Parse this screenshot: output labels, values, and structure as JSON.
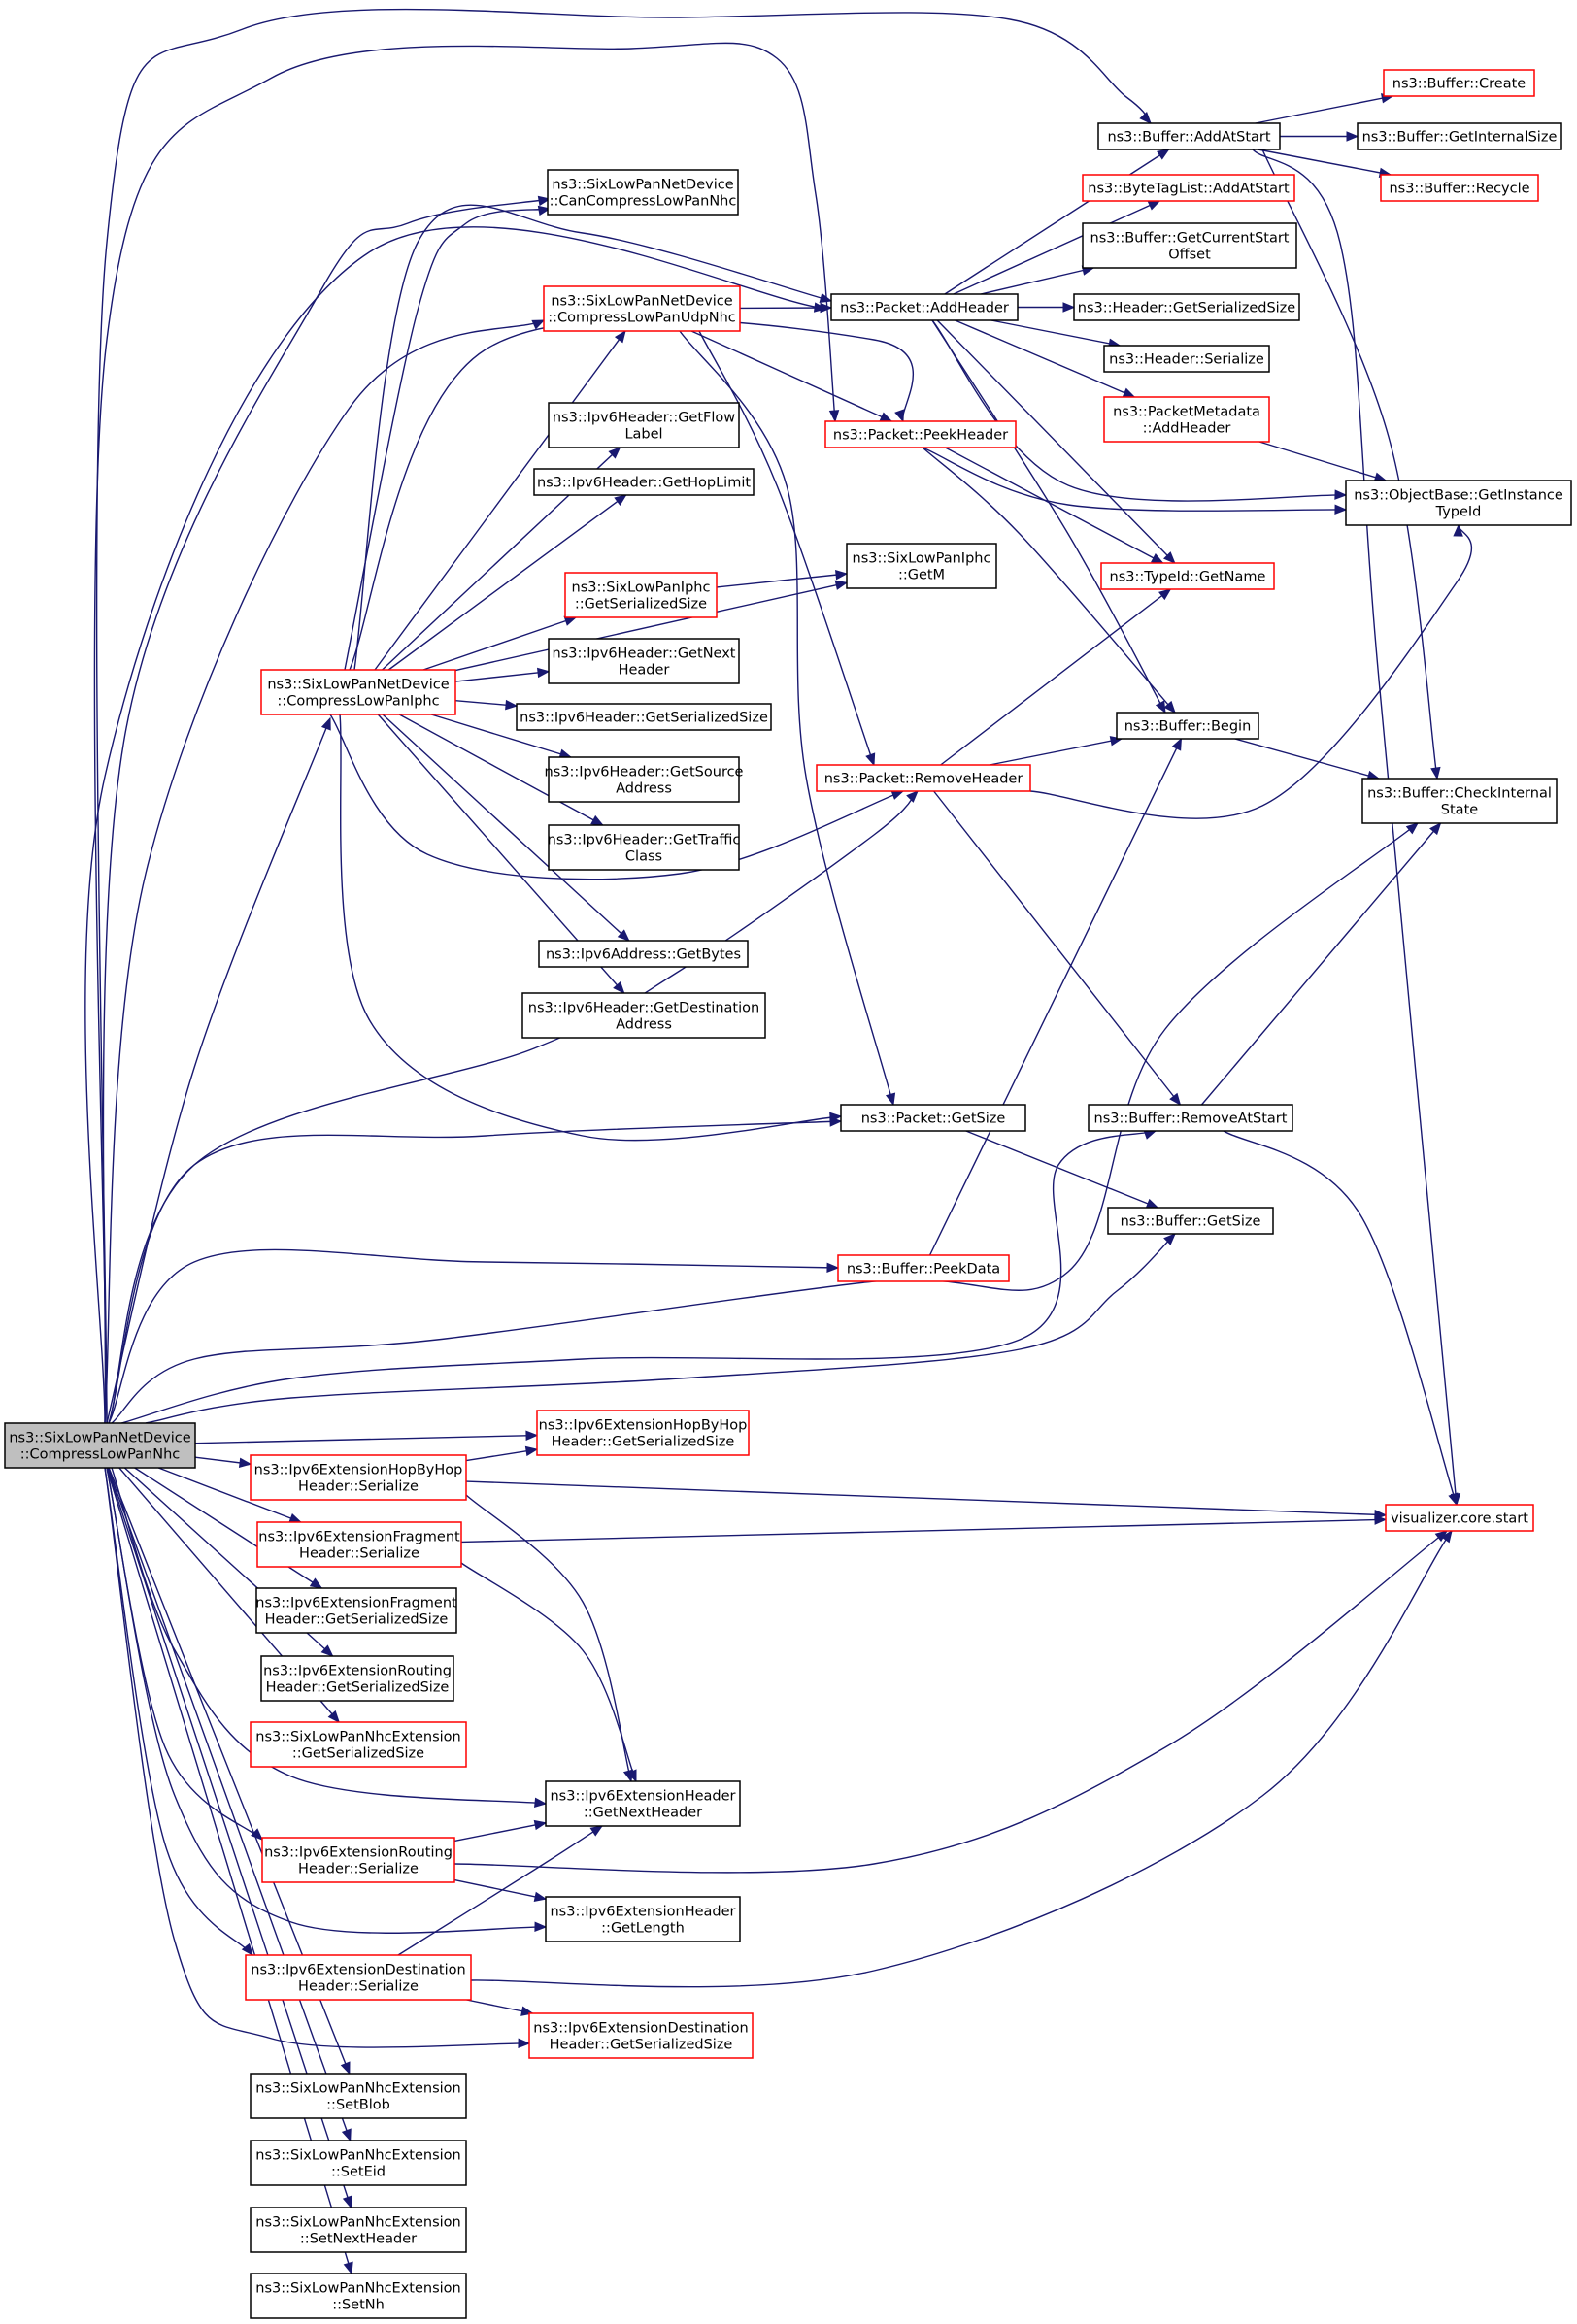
{
  "nodes": {
    "n0": {
      "lines": [
        "ns3::SixLowPanNetDevice",
        "::CompressLowPanNhc"
      ],
      "color": "root"
    },
    "n1": {
      "lines": [
        "ns3::Buffer::AddAtStart"
      ],
      "color": "black"
    },
    "n2": {
      "lines": [
        "ns3::Buffer::Create"
      ],
      "color": "red"
    },
    "n3": {
      "lines": [
        "ns3::Buffer::GetInternalSize"
      ],
      "color": "black"
    },
    "n4": {
      "lines": [
        "ns3::Buffer::Recycle"
      ],
      "color": "red"
    },
    "n5": {
      "lines": [
        "ns3::ByteTagList::AddAtStart"
      ],
      "color": "red"
    },
    "n6": {
      "lines": [
        "ns3::SixLowPanNetDevice",
        "::CanCompressLowPanNhc"
      ],
      "color": "black"
    },
    "n7": {
      "lines": [
        "ns3::Buffer::GetCurrentStart",
        "Offset"
      ],
      "color": "black"
    },
    "n8": {
      "lines": [
        "ns3::SixLowPanNetDevice",
        "::CompressLowPanUdpNhc"
      ],
      "color": "red"
    },
    "n9": {
      "lines": [
        "ns3::Packet::AddHeader"
      ],
      "color": "black"
    },
    "n10": {
      "lines": [
        "ns3::Header::GetSerializedSize"
      ],
      "color": "black"
    },
    "n11": {
      "lines": [
        "ns3::Header::Serialize"
      ],
      "color": "black"
    },
    "n12": {
      "lines": [
        "ns3::PacketMetadata",
        "::AddHeader"
      ],
      "color": "red"
    },
    "n13": {
      "lines": [
        "ns3::Ipv6Header::GetFlow",
        "Label"
      ],
      "color": "black"
    },
    "n14": {
      "lines": [
        "ns3::Packet::PeekHeader"
      ],
      "color": "red"
    },
    "n15": {
      "lines": [
        "ns3::ObjectBase::GetInstance",
        "TypeId"
      ],
      "color": "black"
    },
    "n16": {
      "lines": [
        "ns3::Ipv6Header::GetHopLimit"
      ],
      "color": "black"
    },
    "n17": {
      "lines": [
        "ns3::SixLowPanIphc",
        "::GetM"
      ],
      "color": "black"
    },
    "n18": {
      "lines": [
        "ns3::SixLowPanIphc",
        "::GetSerializedSize"
      ],
      "color": "red"
    },
    "n19": {
      "lines": [
        "ns3::TypeId::GetName"
      ],
      "color": "red"
    },
    "n20": {
      "lines": [
        "ns3::Ipv6Header::GetNext",
        "Header"
      ],
      "color": "black"
    },
    "n21": {
      "lines": [
        "ns3::SixLowPanNetDevice",
        "::CompressLowPanIphc"
      ],
      "color": "red"
    },
    "n22": {
      "lines": [
        "ns3::Ipv6Header::GetSerializedSize"
      ],
      "color": "black"
    },
    "n23": {
      "lines": [
        "ns3::Buffer::Begin"
      ],
      "color": "black"
    },
    "n24": {
      "lines": [
        "ns3::Packet::RemoveHeader"
      ],
      "color": "red"
    },
    "n25": {
      "lines": [
        "ns3::Buffer::CheckInternal",
        "State"
      ],
      "color": "black"
    },
    "n26": {
      "lines": [
        "ns3::Ipv6Header::GetSource",
        "Address"
      ],
      "color": "black"
    },
    "n27": {
      "lines": [
        "ns3::Ipv6Header::GetTraffic",
        "Class"
      ],
      "color": "black"
    },
    "n28": {
      "lines": [
        "ns3::Ipv6Address::GetBytes"
      ],
      "color": "black"
    },
    "n29": {
      "lines": [
        "ns3::Ipv6Header::GetDestination",
        "Address"
      ],
      "color": "black"
    },
    "n30": {
      "lines": [
        "ns3::Packet::GetSize"
      ],
      "color": "black"
    },
    "n31": {
      "lines": [
        "ns3::Buffer::RemoveAtStart"
      ],
      "color": "black"
    },
    "n32": {
      "lines": [
        "ns3::Buffer::GetSize"
      ],
      "color": "black"
    },
    "n33": {
      "lines": [
        "ns3::Buffer::PeekData"
      ],
      "color": "red"
    },
    "n34": {
      "lines": [
        "ns3::Ipv6ExtensionHopByHop",
        "Header::GetSerializedSize"
      ],
      "color": "red"
    },
    "n35": {
      "lines": [
        "ns3::Ipv6ExtensionHopByHop",
        "Header::Serialize"
      ],
      "color": "red"
    },
    "n36": {
      "lines": [
        "visualizer.core.start"
      ],
      "color": "red"
    },
    "n37": {
      "lines": [
        "ns3::Ipv6ExtensionFragment",
        "Header::Serialize"
      ],
      "color": "red"
    },
    "n38": {
      "lines": [
        "ns3::Ipv6ExtensionFragment",
        "Header::GetSerializedSize"
      ],
      "color": "black"
    },
    "n39": {
      "lines": [
        "ns3::Ipv6ExtensionRouting",
        "Header::GetSerializedSize"
      ],
      "color": "black"
    },
    "n40": {
      "lines": [
        "ns3::SixLowPanNhcExtension",
        "::GetSerializedSize"
      ],
      "color": "red"
    },
    "n41": {
      "lines": [
        "ns3::Ipv6ExtensionHeader",
        "::GetNextHeader"
      ],
      "color": "black"
    },
    "n42": {
      "lines": [
        "ns3::Ipv6ExtensionRouting",
        "Header::Serialize"
      ],
      "color": "red"
    },
    "n43": {
      "lines": [
        "ns3::Ipv6ExtensionHeader",
        "::GetLength"
      ],
      "color": "black"
    },
    "n44": {
      "lines": [
        "ns3::Ipv6ExtensionDestination",
        "Header::Serialize"
      ],
      "color": "red"
    },
    "n45": {
      "lines": [
        "ns3::Ipv6ExtensionDestination",
        "Header::GetSerializedSize"
      ],
      "color": "red"
    },
    "n46": {
      "lines": [
        "ns3::SixLowPanNhcExtension",
        "::SetBlob"
      ],
      "color": "black"
    },
    "n47": {
      "lines": [
        "ns3::SixLowPanNhcExtension",
        "::SetEid"
      ],
      "color": "black"
    },
    "n48": {
      "lines": [
        "ns3::SixLowPanNhcExtension",
        "::SetNextHeader"
      ],
      "color": "black"
    },
    "n49": {
      "lines": [
        "ns3::SixLowPanNhcExtension",
        "::SetNh"
      ],
      "color": "black"
    }
  },
  "edges": [
    [
      "n0",
      "n1"
    ],
    [
      "n0",
      "n6"
    ],
    [
      "n0",
      "n8"
    ],
    [
      "n0",
      "n9"
    ],
    [
      "n0",
      "n14"
    ],
    [
      "n0",
      "n21"
    ],
    [
      "n0",
      "n24"
    ],
    [
      "n0",
      "n25"
    ],
    [
      "n0",
      "n30"
    ],
    [
      "n0",
      "n31"
    ],
    [
      "n0",
      "n32"
    ],
    [
      "n0",
      "n33"
    ],
    [
      "n0",
      "n34"
    ],
    [
      "n0",
      "n35"
    ],
    [
      "n0",
      "n37"
    ],
    [
      "n0",
      "n38"
    ],
    [
      "n0",
      "n39"
    ],
    [
      "n0",
      "n40"
    ],
    [
      "n0",
      "n41"
    ],
    [
      "n0",
      "n42"
    ],
    [
      "n0",
      "n43"
    ],
    [
      "n0",
      "n44"
    ],
    [
      "n0",
      "n45"
    ],
    [
      "n0",
      "n46"
    ],
    [
      "n0",
      "n47"
    ],
    [
      "n0",
      "n48"
    ],
    [
      "n0",
      "n49"
    ],
    [
      "n1",
      "n2"
    ],
    [
      "n1",
      "n3"
    ],
    [
      "n1",
      "n4"
    ],
    [
      "n1",
      "n25"
    ],
    [
      "n1",
      "n36"
    ],
    [
      "n8",
      "n9"
    ],
    [
      "n8",
      "n14"
    ],
    [
      "n8",
      "n24"
    ],
    [
      "n8",
      "n30"
    ],
    [
      "n9",
      "n1"
    ],
    [
      "n9",
      "n5"
    ],
    [
      "n9",
      "n7"
    ],
    [
      "n9",
      "n10"
    ],
    [
      "n9",
      "n11"
    ],
    [
      "n9",
      "n12"
    ],
    [
      "n9",
      "n15"
    ],
    [
      "n9",
      "n19"
    ],
    [
      "n9",
      "n23"
    ],
    [
      "n12",
      "n15"
    ],
    [
      "n14",
      "n15"
    ],
    [
      "n14",
      "n19"
    ],
    [
      "n14",
      "n23"
    ],
    [
      "n18",
      "n17"
    ],
    [
      "n21",
      "n6"
    ],
    [
      "n21",
      "n8"
    ],
    [
      "n21",
      "n9"
    ],
    [
      "n21",
      "n13"
    ],
    [
      "n21",
      "n14"
    ],
    [
      "n21",
      "n16"
    ],
    [
      "n21",
      "n17"
    ],
    [
      "n21",
      "n18"
    ],
    [
      "n21",
      "n20"
    ],
    [
      "n21",
      "n22"
    ],
    [
      "n21",
      "n24"
    ],
    [
      "n21",
      "n26"
    ],
    [
      "n21",
      "n27"
    ],
    [
      "n21",
      "n28"
    ],
    [
      "n21",
      "n29"
    ],
    [
      "n21",
      "n30"
    ],
    [
      "n23",
      "n25"
    ],
    [
      "n24",
      "n15"
    ],
    [
      "n24",
      "n19"
    ],
    [
      "n24",
      "n23"
    ],
    [
      "n24",
      "n31"
    ],
    [
      "n30",
      "n32"
    ],
    [
      "n31",
      "n25"
    ],
    [
      "n31",
      "n36"
    ],
    [
      "n33",
      "n23"
    ],
    [
      "n35",
      "n34"
    ],
    [
      "n35",
      "n36"
    ],
    [
      "n35",
      "n41"
    ],
    [
      "n37",
      "n36"
    ],
    [
      "n37",
      "n41"
    ],
    [
      "n42",
      "n36"
    ],
    [
      "n42",
      "n41"
    ],
    [
      "n42",
      "n43"
    ],
    [
      "n44",
      "n36"
    ],
    [
      "n44",
      "n41"
    ],
    [
      "n44",
      "n45"
    ]
  ]
}
